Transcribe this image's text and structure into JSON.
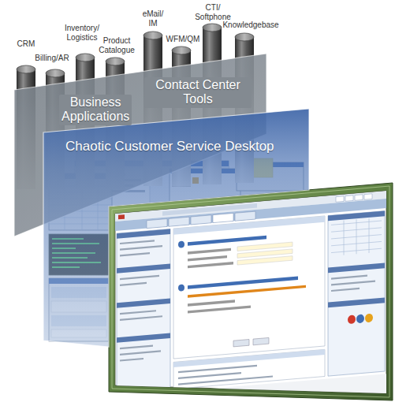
{
  "diagram": {
    "nodes": [
      {
        "text": [
          "CRM"
        ]
      },
      {
        "text": [
          "Billing/AR"
        ]
      },
      {
        "text": [
          "Inventory/ Logistics"
        ]
      },
      {
        "text": [
          "Product Catalogue"
        ]
      },
      {
        "text": [
          "eMail/ IM"
        ]
      },
      {
        "text": [
          "WFM/QM"
        ]
      },
      {
        "text": [
          "CTI/ Softphone"
        ]
      },
      {
        "text": [
          "Knowledgebase"
        ]
      },
      {
        "text": [
          "Business Applications",
          "Contact Center Tools"
        ]
      },
      {
        "text": [
          "Chaotic Customer Service Desktop"
        ]
      }
    ]
  }
}
